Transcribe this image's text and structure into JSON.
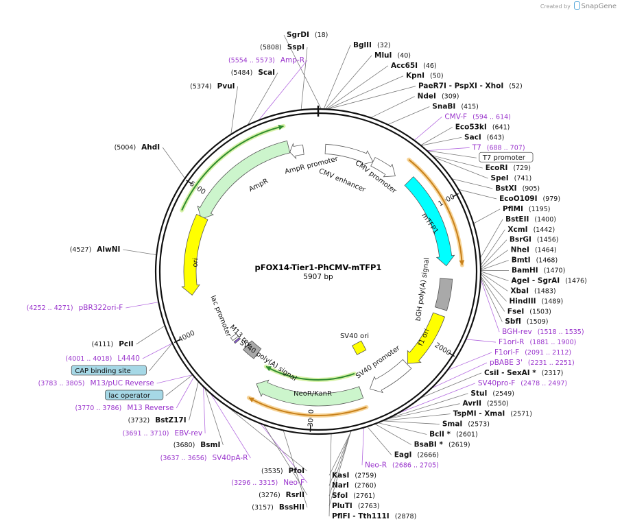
{
  "credit": {
    "prefix": "Created by",
    "brand": "SnapGene"
  },
  "plasmid": {
    "name": "pFOX14-Tier1-PhCMV-mTFP1",
    "length_label": "5907 bp",
    "length": 5907
  },
  "ticks": [
    {
      "pos": 1000,
      "label": "1000"
    },
    {
      "pos": 2000,
      "label": "2000"
    },
    {
      "pos": 3000,
      "label": "3000"
    },
    {
      "pos": 4000,
      "label": "4000"
    },
    {
      "pos": 5000,
      "label": "5000"
    }
  ],
  "features": [
    {
      "name": "AmpR promoter",
      "start": 5688,
      "end": 5793,
      "dir": -1,
      "color": "#ffffff"
    },
    {
      "name": "AmpR",
      "start": 4827,
      "end": 5687,
      "dir": -1,
      "color": "#ccf5cc"
    },
    {
      "name": "ori",
      "start": 4256,
      "end": 4844,
      "dir": -1,
      "color": "#ffff00"
    },
    {
      "name": "CMV enhancer",
      "start": 55,
      "end": 434,
      "dir": 1,
      "color": "#ffffff"
    },
    {
      "name": "CMV promoter",
      "start": 435,
      "end": 638,
      "dir": 1,
      "color": "#ffffff"
    },
    {
      "name": "mTFP1",
      "start": 740,
      "end": 1435,
      "dir": 1,
      "color": "#00ffff"
    },
    {
      "name": "bGH poly(A) signal",
      "start": 1530,
      "end": 1754,
      "dir": 0,
      "color": "#a9a9a9"
    },
    {
      "name": "f1 ori",
      "start": 1800,
      "end": 2228,
      "dir": 1,
      "color": "#ffff00"
    },
    {
      "name": "SV40 promoter",
      "start": 2234,
      "end": 2563,
      "dir": 1,
      "color": "#ffffff"
    },
    {
      "name": "NeoR/KanR",
      "start": 2632,
      "end": 3426,
      "dir": 1,
      "color": "#ccf5cc"
    },
    {
      "name": "SV40 poly(A) signal",
      "start": 3552,
      "end": 3673,
      "dir": 0,
      "color": "#a9a9a9"
    },
    {
      "name": "SV40 ori",
      "start": 2280,
      "end": 2415,
      "dir": 0,
      "color": "#ffff00"
    },
    {
      "name": "lac promoter",
      "start": 3791,
      "end": 3821,
      "dir": 0,
      "color": "#ffffff"
    },
    {
      "name": "M13 rev",
      "start": 3760,
      "end": 3776,
      "dir": 0,
      "color": "#8a5bd6"
    }
  ],
  "orfs": [
    {
      "start": 640,
      "end": 1435,
      "color": "#c8801a"
    },
    {
      "start": 2632,
      "end": 3426,
      "color": "#c8801a"
    },
    {
      "start": 4827,
      "end": 5687,
      "color": "#2e8b2e"
    },
    {
      "start": 2632,
      "end": 3426,
      "color": "#2e8b2e",
      "inner": true
    }
  ],
  "center_features": [
    {
      "name": "SV40 ori"
    }
  ],
  "labels": {
    "right": [
      {
        "name": "SgrDI",
        "pos": "(18)",
        "kind": "enzyme"
      },
      {
        "name": "BglII",
        "pos": "(32)",
        "kind": "enzyme"
      },
      {
        "name": "MluI",
        "pos": "(40)",
        "kind": "enzyme"
      },
      {
        "name": "Acc65I",
        "pos": "(46)",
        "kind": "enzyme"
      },
      {
        "name": "KpnI",
        "pos": "(50)",
        "kind": "enzyme"
      },
      {
        "name": "PaeR7I  -  PspXI  -  XhoI",
        "pos": "(52)",
        "kind": "enzyme"
      },
      {
        "name": "NdeI",
        "pos": "(309)",
        "kind": "enzyme"
      },
      {
        "name": "SnaBI",
        "pos": "(415)",
        "kind": "enzyme"
      },
      {
        "name": "CMV-F",
        "pos": "(594 .. 614)",
        "kind": "primer"
      },
      {
        "name": "Eco53kI",
        "pos": "(641)",
        "kind": "enzyme"
      },
      {
        "name": "SacI",
        "pos": "(643)",
        "kind": "enzyme"
      },
      {
        "name": "T7",
        "pos": "(688 .. 707)",
        "kind": "primer"
      },
      {
        "name": "T7 promoter",
        "pos": "",
        "kind": "boxed"
      },
      {
        "name": "EcoRI",
        "pos": "(729)",
        "kind": "enzyme"
      },
      {
        "name": "SpeI",
        "pos": "(741)",
        "kind": "enzyme"
      },
      {
        "name": "BstXI",
        "pos": "(905)",
        "kind": "enzyme"
      },
      {
        "name": "EcoO109I",
        "pos": "(979)",
        "kind": "enzyme"
      },
      {
        "name": "PflMI",
        "pos": "(1195)",
        "kind": "enzyme"
      },
      {
        "name": "BstEII",
        "pos": "(1400)",
        "kind": "enzyme"
      },
      {
        "name": "XcmI",
        "pos": "(1442)",
        "kind": "enzyme"
      },
      {
        "name": "BsrGI",
        "pos": "(1456)",
        "kind": "enzyme"
      },
      {
        "name": "NheI",
        "pos": "(1464)",
        "kind": "enzyme"
      },
      {
        "name": "BmtI",
        "pos": "(1468)",
        "kind": "enzyme"
      },
      {
        "name": "BamHI",
        "pos": "(1470)",
        "kind": "enzyme"
      },
      {
        "name": "AgeI  -  SgrAI",
        "pos": "(1476)",
        "kind": "enzyme"
      },
      {
        "name": "XbaI",
        "pos": "(1483)",
        "kind": "enzyme"
      },
      {
        "name": "HindIII",
        "pos": "(1489)",
        "kind": "enzyme"
      },
      {
        "name": "FseI",
        "pos": "(1503)",
        "kind": "enzyme"
      },
      {
        "name": "SbfI",
        "pos": "(1509)",
        "kind": "enzyme"
      },
      {
        "name": "BGH-rev",
        "pos": "(1518 .. 1535)",
        "kind": "primer"
      },
      {
        "name": "F1ori-R",
        "pos": "(1881 .. 1900)",
        "kind": "primer"
      },
      {
        "name": "F1ori-F",
        "pos": "(2091 .. 2112)",
        "kind": "primer"
      },
      {
        "name": "pBABE 3'",
        "pos": "(2231 .. 2251)",
        "kind": "primer"
      },
      {
        "name": "CsiI  -  SexAI *",
        "pos": "(2317)",
        "kind": "enzyme"
      },
      {
        "name": "SV40pro-F",
        "pos": "(2478 .. 2497)",
        "kind": "primer"
      },
      {
        "name": "StuI",
        "pos": "(2549)",
        "kind": "enzyme"
      },
      {
        "name": "AvrII",
        "pos": "(2550)",
        "kind": "enzyme"
      },
      {
        "name": "TspMI  -  XmaI",
        "pos": "(2571)",
        "kind": "enzyme"
      },
      {
        "name": "SmaI",
        "pos": "(2573)",
        "kind": "enzyme"
      },
      {
        "name": "BclI *",
        "pos": "(2601)",
        "kind": "enzyme"
      },
      {
        "name": "BsaBI *",
        "pos": "(2619)",
        "kind": "enzyme"
      },
      {
        "name": "EagI",
        "pos": "(2666)",
        "kind": "enzyme"
      },
      {
        "name": "Neo-R",
        "pos": "(2686 .. 2705)",
        "kind": "primer"
      },
      {
        "name": "KasI",
        "pos": "(2759)",
        "kind": "enzyme"
      },
      {
        "name": "NarI",
        "pos": "(2760)",
        "kind": "enzyme"
      },
      {
        "name": "SfoI",
        "pos": "(2761)",
        "kind": "enzyme"
      },
      {
        "name": "PluTI",
        "pos": "(2763)",
        "kind": "enzyme"
      },
      {
        "name": "PflFI  -  Tth111I",
        "pos": "(2878)",
        "kind": "enzyme"
      }
    ],
    "left": [
      {
        "name": "SspI",
        "pos": "(5808)",
        "kind": "enzyme"
      },
      {
        "name": "Amp-R",
        "pos": "(5554 .. 5573)",
        "kind": "primer"
      },
      {
        "name": "ScaI",
        "pos": "(5484)",
        "kind": "enzyme"
      },
      {
        "name": "PvuI",
        "pos": "(5374)",
        "kind": "enzyme"
      },
      {
        "name": "AhdI",
        "pos": "(5004)",
        "kind": "enzyme"
      },
      {
        "name": "AlwNI",
        "pos": "(4527)",
        "kind": "enzyme"
      },
      {
        "name": "pBR322ori-F",
        "pos": "(4252 .. 4271)",
        "kind": "primer"
      },
      {
        "name": "PciI",
        "pos": "(4111)",
        "kind": "enzyme"
      },
      {
        "name": "L4440",
        "pos": "(4001 .. 4018)",
        "kind": "primer"
      },
      {
        "name": "CAP binding site",
        "pos": "",
        "kind": "boxed-blue"
      },
      {
        "name": "M13/pUC Reverse",
        "pos": "(3783 .. 3805)",
        "kind": "primer"
      },
      {
        "name": "lac operator",
        "pos": "",
        "kind": "boxed-blue"
      },
      {
        "name": "M13 Reverse",
        "pos": "(3770 .. 3786)",
        "kind": "primer"
      },
      {
        "name": "BstZ17I",
        "pos": "(3732)",
        "kind": "enzyme"
      },
      {
        "name": "EBV-rev",
        "pos": "(3691 .. 3710)",
        "kind": "primer"
      },
      {
        "name": "BsmI",
        "pos": "(3680)",
        "kind": "enzyme"
      },
      {
        "name": "SV40pA-R",
        "pos": "(3637 .. 3656)",
        "kind": "primer"
      },
      {
        "name": "PfoI",
        "pos": "(3535)",
        "kind": "enzyme"
      },
      {
        "name": "Neo-F",
        "pos": "(3296 .. 3315)",
        "kind": "primer"
      },
      {
        "name": "RsrII",
        "pos": "(3276)",
        "kind": "enzyme"
      },
      {
        "name": "BssHII",
        "pos": "(3157)",
        "kind": "enzyme"
      }
    ]
  },
  "colors": {
    "primer": "#9933cc",
    "enzyme": "#111111",
    "backbone": "#111111",
    "leader": "#777777"
  }
}
